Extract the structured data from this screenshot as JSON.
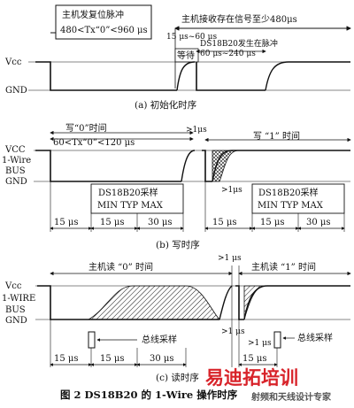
{
  "init": {
    "master_reset_label": "主机发复位脉冲",
    "reset_range": "480<Tx“0”<960 μs",
    "master_rx_label": "主机接收存在信号至少480μs",
    "wait_range": "15 μs~60 μs",
    "wait_label": "等待",
    "presence_label": "DS18B20发生在脉冲",
    "presence_range": "60 μs~240 μs",
    "vcc": "Vcc",
    "gnd": "GND",
    "caption": "(a) 初始化时序"
  },
  "write": {
    "write0_label": "写“0”时间",
    "write0_range": "60<Tx“0”<120 μs",
    "gt1us_a": ">1μs",
    "write1_label": "写 “1” 时间",
    "vcc": "VCC",
    "wire": "1-Wire",
    "bus": "BUS",
    "gnd": "GND",
    "sample_title_a": "DS18B20采样",
    "sample_sub_a": "MIN TYP MAX",
    "sample_title_b": "DS18B20采样",
    "sample_sub_b": "MIN TYP MAX",
    "gt1us_b": ">1μs",
    "t1": "15 μs",
    "t2": "15 μs",
    "t3": "30 μs",
    "t4": "15 μs",
    "t5": "15 μs",
    "t6": "30 μs",
    "caption": "(b) 写时序"
  },
  "read": {
    "gt1us_top": ">1 μs",
    "read0_label": "主机读 “0” 时间",
    "read1_label": "主机读 “1” 时间",
    "vcc": "Vcc",
    "wire": "1-WIRE",
    "bus": "BUS",
    "gnd": "GND",
    "sample_a": "总线采样",
    "sample_b": "总线采样",
    "gt1us_a": ">1 μs",
    "gt1us_b": ">1 μs",
    "t1": "15 μs",
    "t2": "15 μs",
    "t3": "30 μs",
    "t4": "15 μs",
    "caption": "(c) 读时序"
  },
  "figure_title": "图 2  DS18B20 的 1-Wire 操作时序",
  "watermark_a": "易迪拓培训",
  "watermark_b": "射频和天线设计专家"
}
